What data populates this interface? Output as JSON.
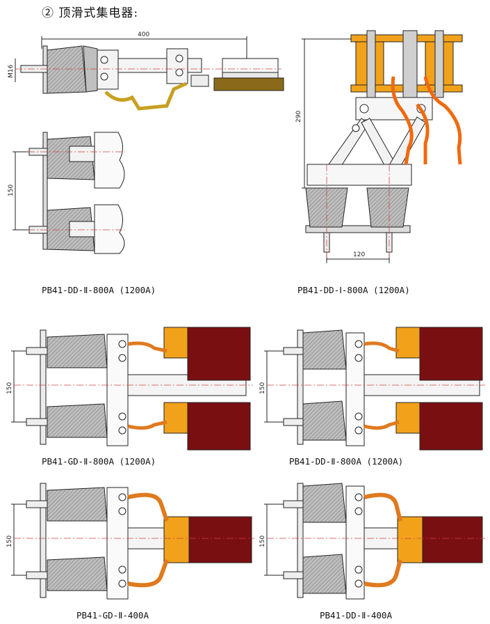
{
  "heading": "② 顶滑式集电器:",
  "captions": {
    "fig1": "PB41-DD-Ⅱ-800A (1200A)",
    "fig2": "PB41-DD-Ⅰ-800A (1200A)",
    "fig3": "PB41-GD-Ⅱ-800A (1200A)",
    "fig4": "PB41-DD-Ⅱ-800A (1200A)",
    "fig5": "PB41-GD-Ⅱ-400A",
    "fig6": "PB41-DD-Ⅱ-400A"
  },
  "dimensions": {
    "d400": "400",
    "m16": "M16",
    "d150_a": "150",
    "d290": "290",
    "d120": "120",
    "d150_b": "150",
    "d150_c": "150",
    "d150_d": "150",
    "d150_e": "150"
  },
  "colors": {
    "insulator": "#a9a9a9",
    "copper": "#e07a1f",
    "brass": "#c8a020",
    "shoe": "#7a0f12",
    "yellow": "#f2a21a",
    "line": "#222222",
    "centerline": "#d04040"
  }
}
